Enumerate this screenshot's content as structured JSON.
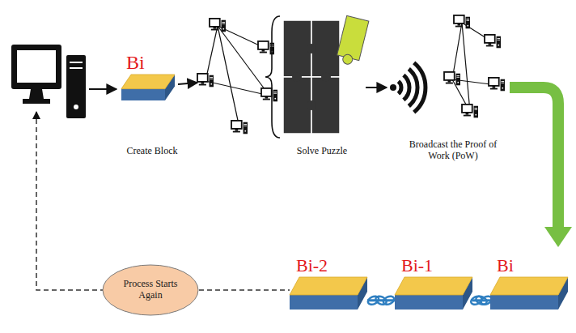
{
  "diagram": {
    "nodes": [
      {
        "text": [
          "Bi"
        ]
      },
      {
        "text": [
          "Process Starts Again"
        ]
      },
      {
        "text": [
          "Bi-2"
        ]
      },
      {
        "text": [
          "Bi-1"
        ]
      },
      {
        "text": [
          "Bi"
        ]
      }
    ],
    "edges": [
      {
        "from": 1,
        "to": 2,
        "arrow": "none"
      },
      {
        "from": 2,
        "to": 3,
        "arrow": "none"
      },
      {
        "from": 3,
        "to": 4,
        "arrow": "none"
      }
    ],
    "labels": [
      "Create Block",
      "Solve Puzzle",
      "Broadcast the Proof of Work (PoW)"
    ]
  }
}
